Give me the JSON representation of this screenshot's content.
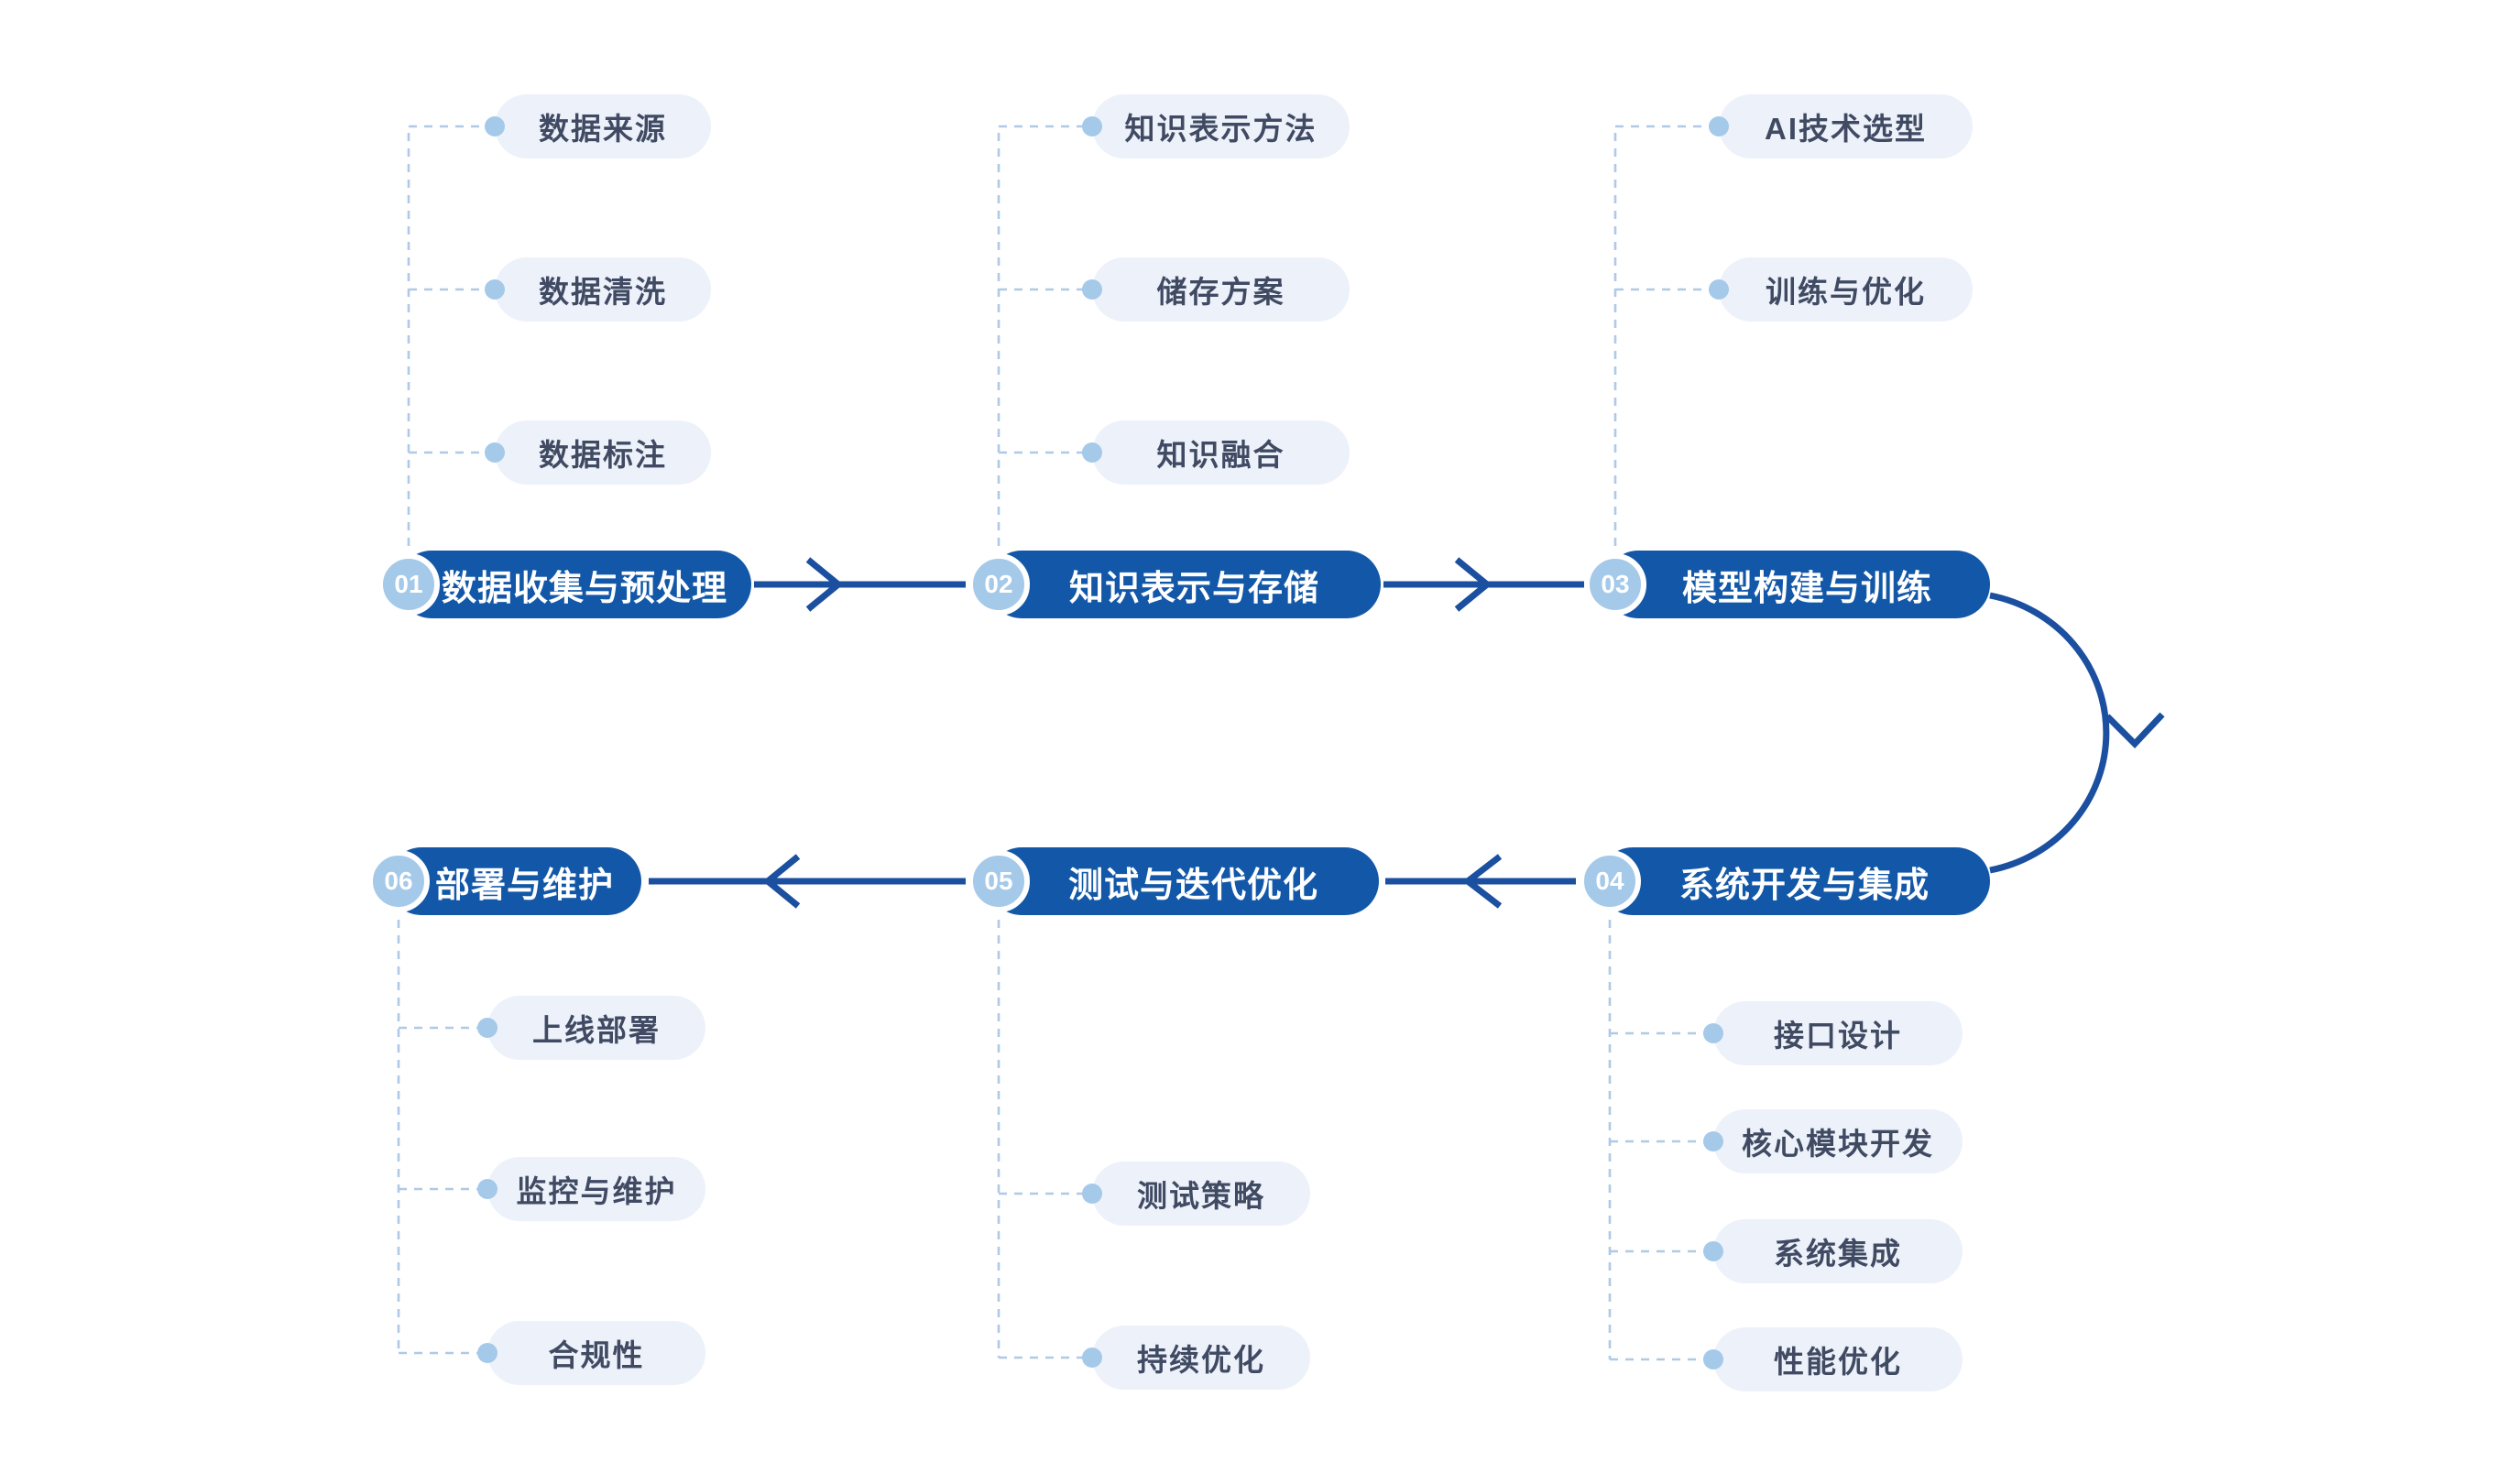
{
  "diagram": {
    "type": "process-flow",
    "stages": [
      {
        "num": "01",
        "label": "数据收集与预处理",
        "children": [
          "数据来源",
          "数据清洗",
          "数据标注"
        ]
      },
      {
        "num": "02",
        "label": "知识表示与存储",
        "children": [
          "知识表示方法",
          "储存方案",
          "知识融合"
        ]
      },
      {
        "num": "03",
        "label": "模型构建与训练",
        "children": [
          "AI技术选型",
          "训练与优化"
        ]
      },
      {
        "num": "04",
        "label": "系统开发与集成",
        "children": [
          "接口设计",
          "核心模块开发",
          "系统集成",
          "性能优化"
        ]
      },
      {
        "num": "05",
        "label": "测试与迭代优化",
        "children": [
          "测试策略",
          "持续优化"
        ]
      },
      {
        "num": "06",
        "label": "部署与维护",
        "children": [
          "上线部署",
          "监控与维护",
          "合规性"
        ]
      }
    ],
    "flow_order": [
      "01",
      "02",
      "03",
      "04",
      "05",
      "06"
    ]
  },
  "colors": {
    "stage_pill_bg": "#1358A8",
    "stage_pill_text": "#FFFFFF",
    "badge_bg": "#A5C9E9",
    "badge_text": "#FFFFFF",
    "arrow": "#1B4F9F",
    "sub_pill_bg": "#EDF2FA",
    "sub_pill_text": "#404A63",
    "dashed_line": "#AFC9E6",
    "background": "#FFFFFF"
  }
}
